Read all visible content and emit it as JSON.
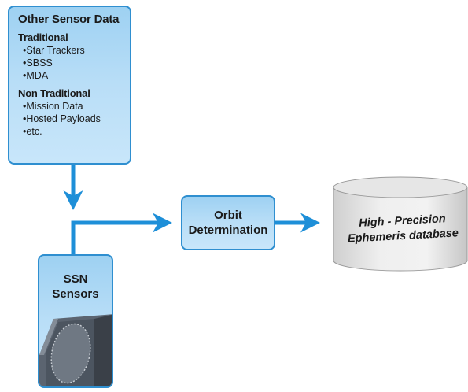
{
  "other_sensor_box": {
    "title": "Other Sensor Data",
    "groups": [
      {
        "title": "Traditional",
        "items": [
          "Star Trackers",
          "SBSS",
          "MDA"
        ]
      },
      {
        "title": "Non Traditional",
        "items": [
          "Mission Data",
          "Hosted Payloads",
          "etc."
        ]
      }
    ]
  },
  "orbit_box": {
    "line1": "Orbit",
    "line2": "Determination"
  },
  "ssn_box": {
    "line1": "SSN",
    "line2": "Sensors"
  },
  "database": {
    "line1": "High - Precision",
    "line2": "Ephemeris database"
  },
  "colors": {
    "arrow": "#1e8fd8",
    "box_border": "#2f8fd0",
    "box_fill": "#b9def7",
    "db_fill": "#e2e2e2",
    "db_edge": "#9a9a9a"
  }
}
